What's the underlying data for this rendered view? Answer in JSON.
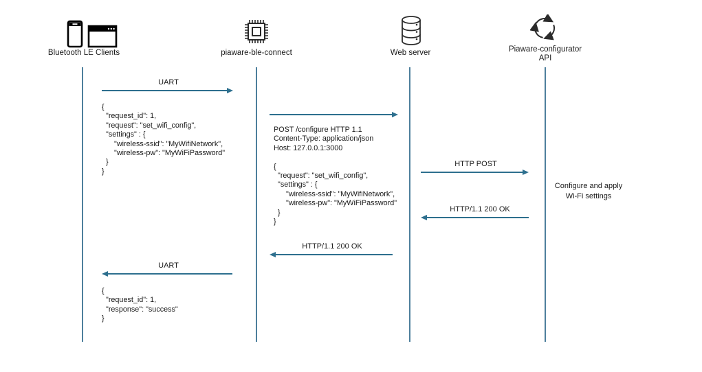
{
  "colors": {
    "arrow": "#2d6f8e",
    "lifeline": "#4d7f9c",
    "text": "#1a1a1a",
    "icon": "#000000"
  },
  "actors": [
    {
      "label": "Bluetooth LE Clients",
      "icon": "phone-and-browser-icons"
    },
    {
      "label": "piaware-ble-connect",
      "icon": "microchip-icon"
    },
    {
      "label": "Web server",
      "icon": "database-icon"
    },
    {
      "label": "Piaware-configurator\nAPI",
      "icon": "cycle-arrows-icon"
    }
  ],
  "messages": [
    {
      "label": "UART",
      "from": "Bluetooth LE Clients",
      "to": "piaware-ble-connect",
      "direction": "right",
      "payload": "{\n  \"request_id\": 1,\n  \"request\": \"set_wifi_config\",\n  \"settings\" : {\n      \"wireless-ssid\": \"MyWifiNetwork\",\n      \"wireless-pw\": \"MyWiFiPassword\"\n  }\n}"
    },
    {
      "label": "",
      "from": "piaware-ble-connect",
      "to": "Web server",
      "direction": "right",
      "payload": "POST /configure HTTP 1.1\nContent-Type: application/json\nHost: 127.0.0.1:3000\n\n{\n  \"request\": \"set_wifi_config\",\n  \"settings\" : {\n      \"wireless-ssid\": \"MyWifiNetwork\",\n      \"wireless-pw\": \"MyWiFiPassword\"\n  }\n}"
    },
    {
      "label": "HTTP POST",
      "from": "Web server",
      "to": "Piaware-configurator API",
      "direction": "right",
      "payload": ""
    },
    {
      "label": "HTTP/1.1 200 OK",
      "from": "Piaware-configurator API",
      "to": "Web server",
      "direction": "left",
      "payload": ""
    },
    {
      "label": "HTTP/1.1 200 OK",
      "from": "Web server",
      "to": "piaware-ble-connect",
      "direction": "left",
      "payload": ""
    },
    {
      "label": "UART",
      "from": "piaware-ble-connect",
      "to": "Bluetooth LE Clients",
      "direction": "left",
      "payload": "{\n  \"request_id\": 1,\n  \"response\": \"success\"\n}"
    }
  ],
  "note": {
    "text": "Configure and apply\nWi-Fi settings",
    "near": "Piaware-configurator API"
  }
}
